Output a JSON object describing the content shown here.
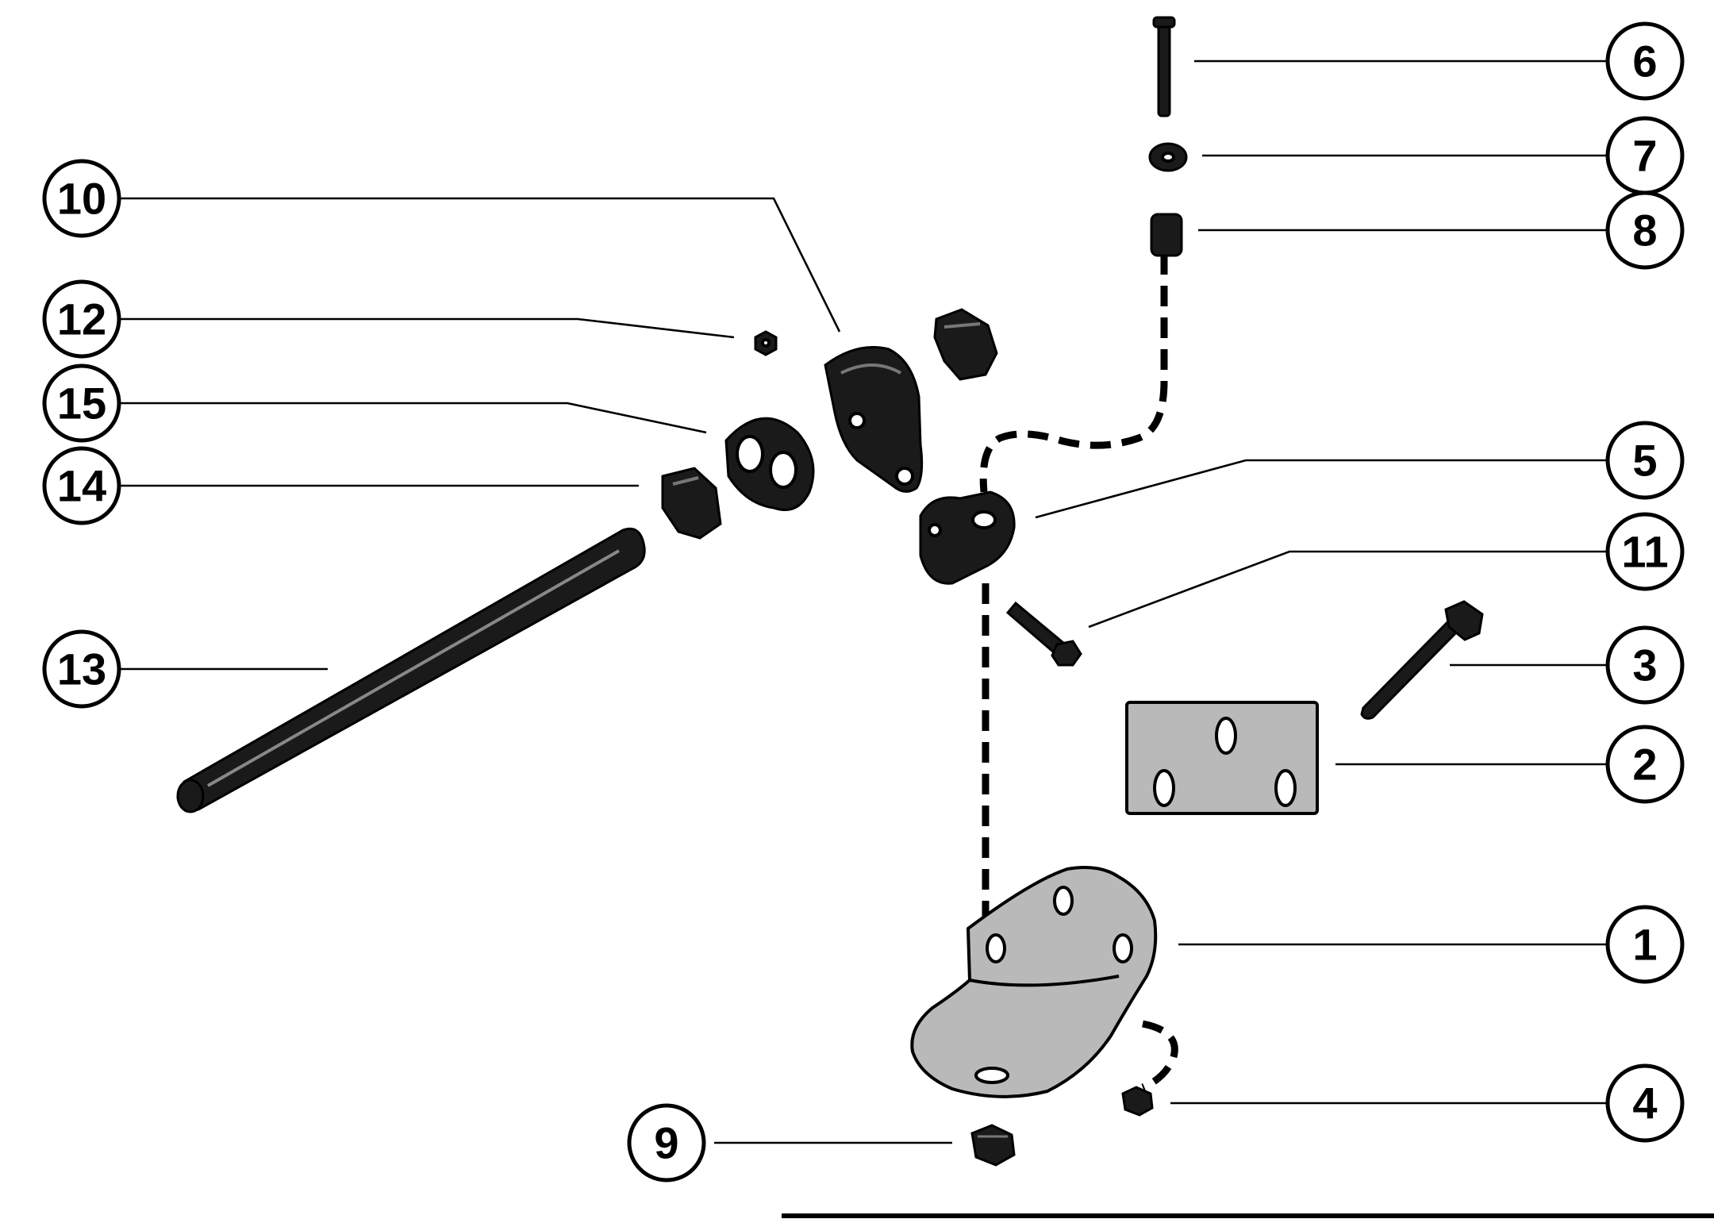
{
  "callouts": [
    {
      "id": "c1",
      "label": "1"
    },
    {
      "id": "c2",
      "label": "2"
    },
    {
      "id": "c3",
      "label": "3"
    },
    {
      "id": "c4",
      "label": "4"
    },
    {
      "id": "c5",
      "label": "5"
    },
    {
      "id": "c6",
      "label": "6"
    },
    {
      "id": "c7",
      "label": "7"
    },
    {
      "id": "c8",
      "label": "8"
    },
    {
      "id": "c9",
      "label": "9"
    },
    {
      "id": "c10",
      "label": "10"
    },
    {
      "id": "c11",
      "label": "11"
    },
    {
      "id": "c12",
      "label": "12"
    },
    {
      "id": "c13",
      "label": "13"
    },
    {
      "id": "c14",
      "label": "14"
    },
    {
      "id": "c15",
      "label": "15"
    }
  ]
}
